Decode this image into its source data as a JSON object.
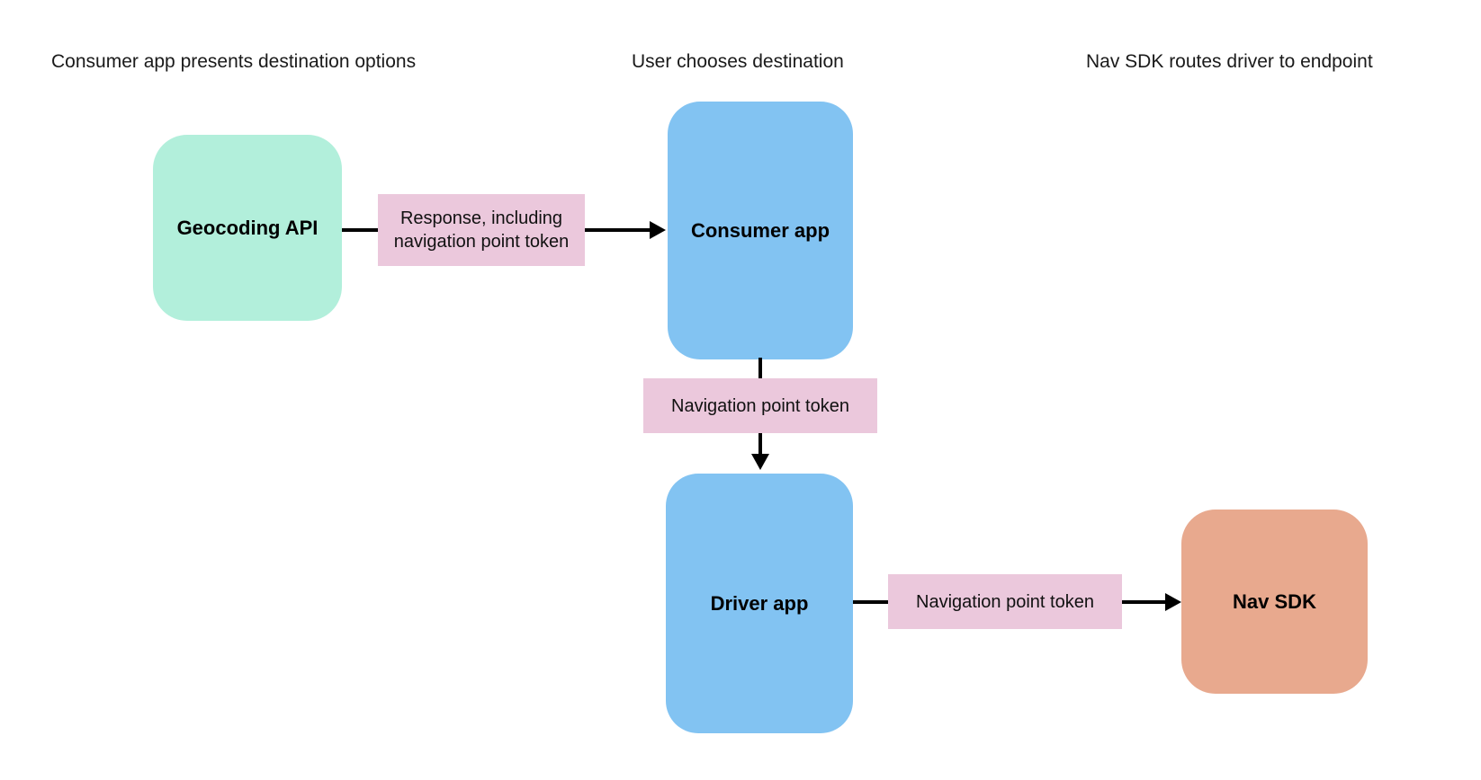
{
  "diagram": {
    "colors": {
      "background": "#FFFFFF",
      "arrow": "#000000",
      "header_text": "#1A1A1A",
      "node_text": "#000000",
      "edge_label_text": "#111111"
    },
    "columns": [
      {
        "label": "Consumer app presents destination options"
      },
      {
        "label": "User chooses destination"
      },
      {
        "label": "Nav SDK routes driver to endpoint"
      }
    ],
    "nodes": {
      "geocoding_api": {
        "label": "Geocoding API",
        "color": "#B2EFDB"
      },
      "consumer_app": {
        "label": "Consumer app",
        "color": "#82C3F2"
      },
      "driver_app": {
        "label": "Driver app",
        "color": "#82C3F2"
      },
      "nav_sdk": {
        "label": "Nav SDK",
        "color": "#E8A98E"
      }
    },
    "edges": {
      "geocoding_to_consumer": {
        "label": "Response, including navigation point token",
        "label_bg": "#EBC8DC"
      },
      "consumer_to_driver": {
        "label": "Navigation point token",
        "label_bg": "#EBC8DC"
      },
      "driver_to_navsdk": {
        "label": "Navigation point token",
        "label_bg": "#EBC8DC"
      }
    }
  }
}
